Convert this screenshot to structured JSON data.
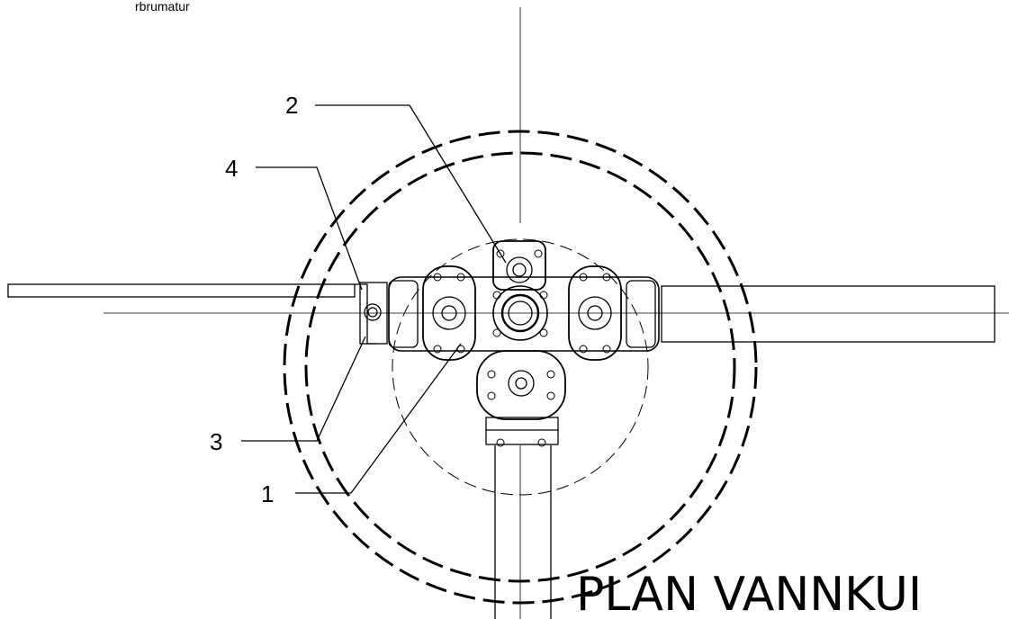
{
  "top_text": "rbrumatur",
  "title": "PLAN VANNKUI",
  "callouts": [
    {
      "id": "callout-1",
      "label": "1"
    },
    {
      "id": "callout-2",
      "label": "2"
    },
    {
      "id": "callout-3",
      "label": "3"
    },
    {
      "id": "callout-4",
      "label": "4"
    }
  ],
  "colors": {
    "line": "#000000",
    "background": "#ffffff"
  }
}
